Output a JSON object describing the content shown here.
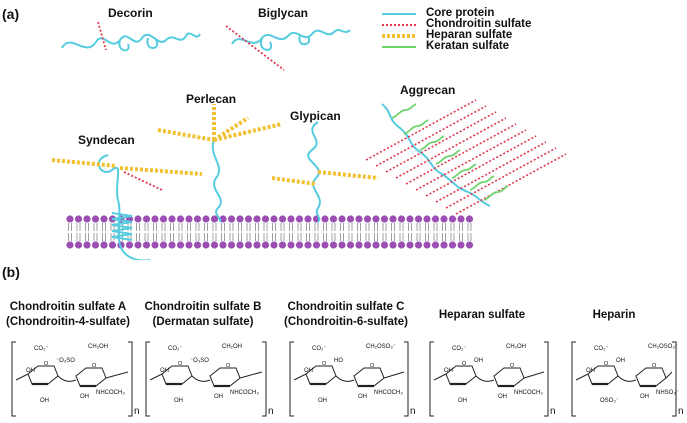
{
  "panel_a": "(a)",
  "panel_b": "(b)",
  "legend": [
    {
      "label": "Core protein",
      "color": "#55ccdf",
      "style": "solid"
    },
    {
      "label": "Chondroitin sulfate",
      "color": "#e0374f",
      "style": "dotted"
    },
    {
      "label": "Heparan sulfate",
      "color": "#f2c030",
      "style": "dashed"
    },
    {
      "label": "Keratan sulfate",
      "color": "#6ed36a",
      "style": "solid"
    }
  ],
  "proteoglycans": {
    "decorin": "Decorin",
    "biglycan": "Biglycan",
    "perlecan": "Perlecan",
    "glypican": "Glypican",
    "syndecan": "Syndecan",
    "aggrecan": "Aggrecan"
  },
  "structures": [
    {
      "line1": "Chondroitin sulfate A",
      "line2": "(Chondroitin-4-sulfate)"
    },
    {
      "line1": "Chondroitin sulfate B",
      "line2": "(Dermatan sulfate)"
    },
    {
      "line1": "Chondroitin sulfate C",
      "line2": "(Chondroitin-6-sulfate)"
    },
    {
      "line1": "Heparan sulfate",
      "line2": ""
    },
    {
      "line1": "Heparin",
      "line2": ""
    }
  ],
  "formula_labels": {
    "coo": "CO₂⁻",
    "oh": "OH",
    "ch2oh": "CH₂OH",
    "o3so": "⁻O₃SO",
    "nhcoch3": "NHCOCH₃",
    "ch2oso3": "CH₂OSO₃⁻",
    "ho": "HO",
    "nhso3": "NHSO₃⁻",
    "oso3": "OSO₃⁻",
    "n": "n"
  },
  "colors": {
    "core_protein": "#55ccdf",
    "chondroitin": "#e0374f",
    "heparan": "#f2c030",
    "keratan": "#6ed36a",
    "membrane_head": "#9b4fb4",
    "membrane_tail": "#8a8a8a"
  }
}
